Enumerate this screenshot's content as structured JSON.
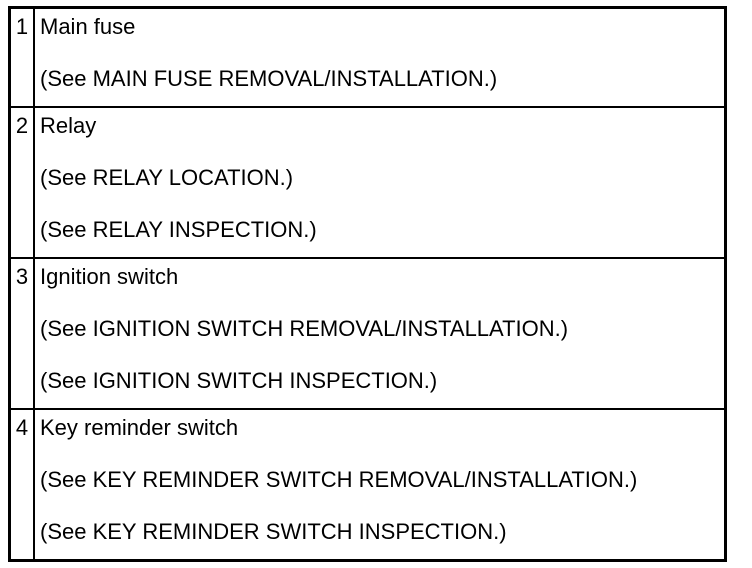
{
  "colors": {
    "border": "#000000",
    "text": "#000000",
    "background": "#ffffff"
  },
  "table": {
    "rows": [
      {
        "number": "1",
        "title": "Main fuse",
        "references": [
          "(See MAIN FUSE REMOVAL/INSTALLATION.)"
        ]
      },
      {
        "number": "2",
        "title": "Relay",
        "references": [
          "(See RELAY LOCATION.)",
          "(See RELAY INSPECTION.)"
        ]
      },
      {
        "number": "3",
        "title": "Ignition switch",
        "references": [
          "(See IGNITION SWITCH REMOVAL/INSTALLATION.)",
          "(See IGNITION SWITCH INSPECTION.)"
        ]
      },
      {
        "number": "4",
        "title": "Key reminder switch",
        "references": [
          "(See KEY REMINDER SWITCH REMOVAL/INSTALLATION.)",
          "(See KEY REMINDER SWITCH INSPECTION.)"
        ]
      }
    ]
  }
}
